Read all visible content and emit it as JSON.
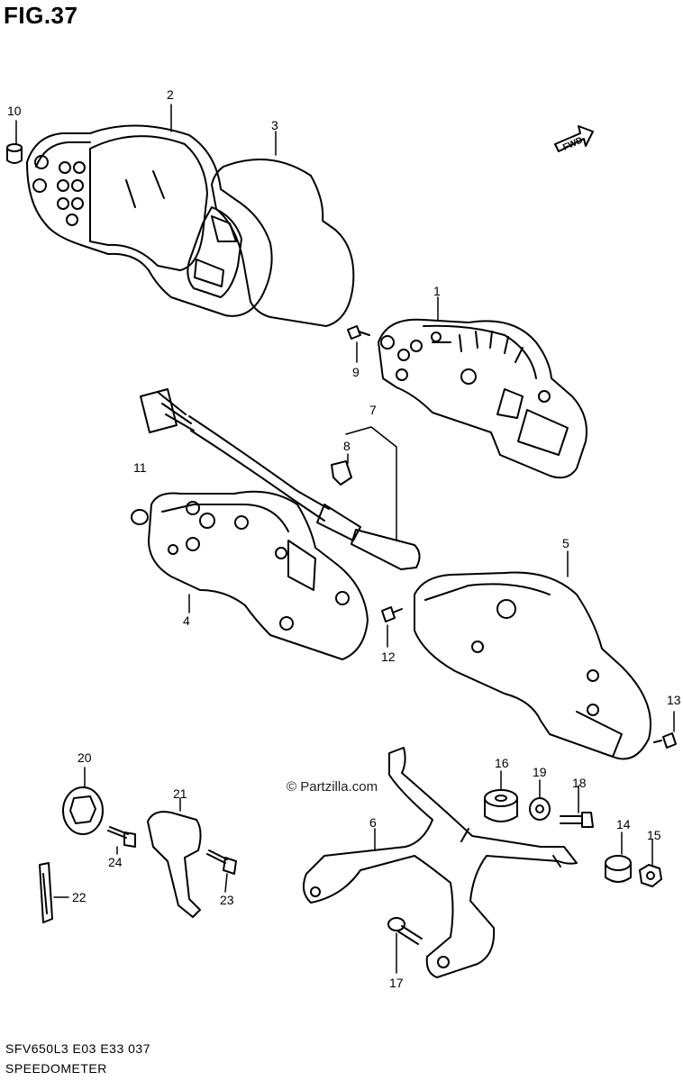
{
  "figure": {
    "title": "FIG.37"
  },
  "footer": {
    "code": "SFV650L3  E03  E33  037",
    "name": "SPEEDOMETER"
  },
  "watermark": {
    "text": "© Partzilla.com"
  },
  "fwd_label": "FWD",
  "callouts": [
    "1",
    "2",
    "3",
    "4",
    "5",
    "6",
    "7",
    "8",
    "9",
    "10",
    "11",
    "12",
    "13",
    "14",
    "15",
    "16",
    "17",
    "18",
    "19",
    "20",
    "21",
    "22",
    "23",
    "24"
  ]
}
